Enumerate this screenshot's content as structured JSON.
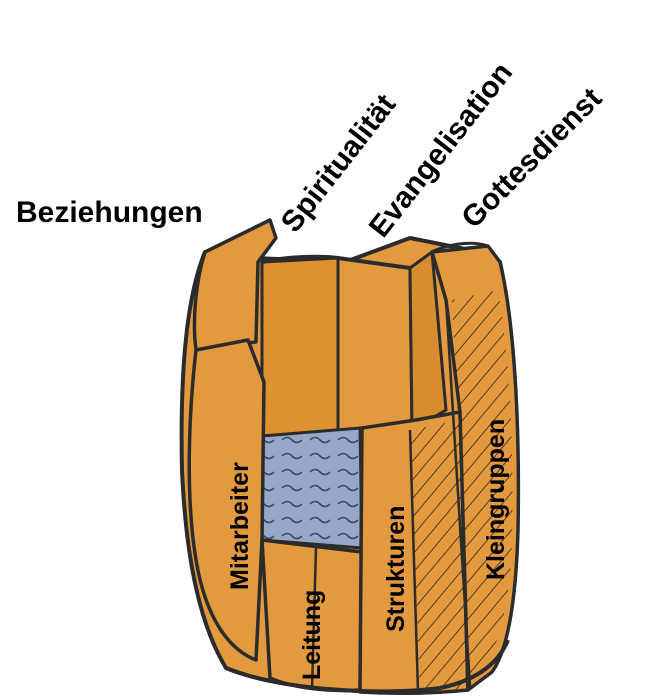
{
  "colors": {
    "wood": "#E39A3F",
    "wood_dark": "#D88C30",
    "outline": "#2B2B2B",
    "water": "#97A7C9",
    "background": "#FFFFFF"
  },
  "labels": {
    "missing_staves": [
      "Beziehungen",
      "Spiritualität",
      "Evangelisation",
      "Gottesdienst"
    ],
    "barrel_staves": [
      "Mitarbeiter",
      "Leitung",
      "Strukturen",
      "Kleingruppen"
    ]
  }
}
